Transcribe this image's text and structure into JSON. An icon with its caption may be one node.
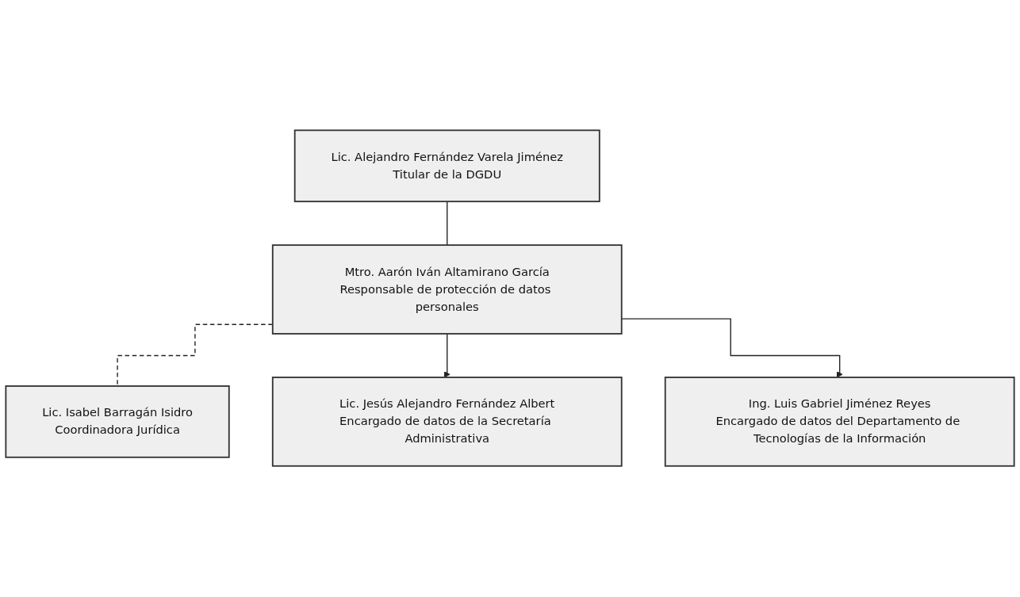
{
  "diagram": {
    "nodes": [
      {
        "text": [
          "Lic. Alejandro Fernández Varela Jiménez",
          "Titular de la DGDU"
        ]
      },
      {
        "text": [
          "Mtro. Aarón Iván Altamirano García",
          "Responsable de protección de datos personales"
        ]
      },
      {
        "text": [
          "Lic. Isabel Barragán Isidro",
          "Coordinadora Jurídica"
        ]
      },
      {
        "text": [
          "Lic. Jesús Alejandro Fernández Albert",
          "Encargado de datos de la Secretaría Administrativa"
        ]
      },
      {
        "text": [
          "Ing. Luis Gabriel Jiménez Reyes",
          "Encargado de datos del Departamento de Tecnologías de la Información"
        ]
      }
    ],
    "edges": [
      {
        "from": 0,
        "to": 1,
        "arrow": "none"
      },
      {
        "from": 1,
        "to": 2,
        "arrow": "none",
        "style": "dashed"
      },
      {
        "from": 1,
        "to": 3,
        "arrow": "to"
      },
      {
        "from": 1,
        "to": 4,
        "arrow": "to"
      }
    ]
  }
}
